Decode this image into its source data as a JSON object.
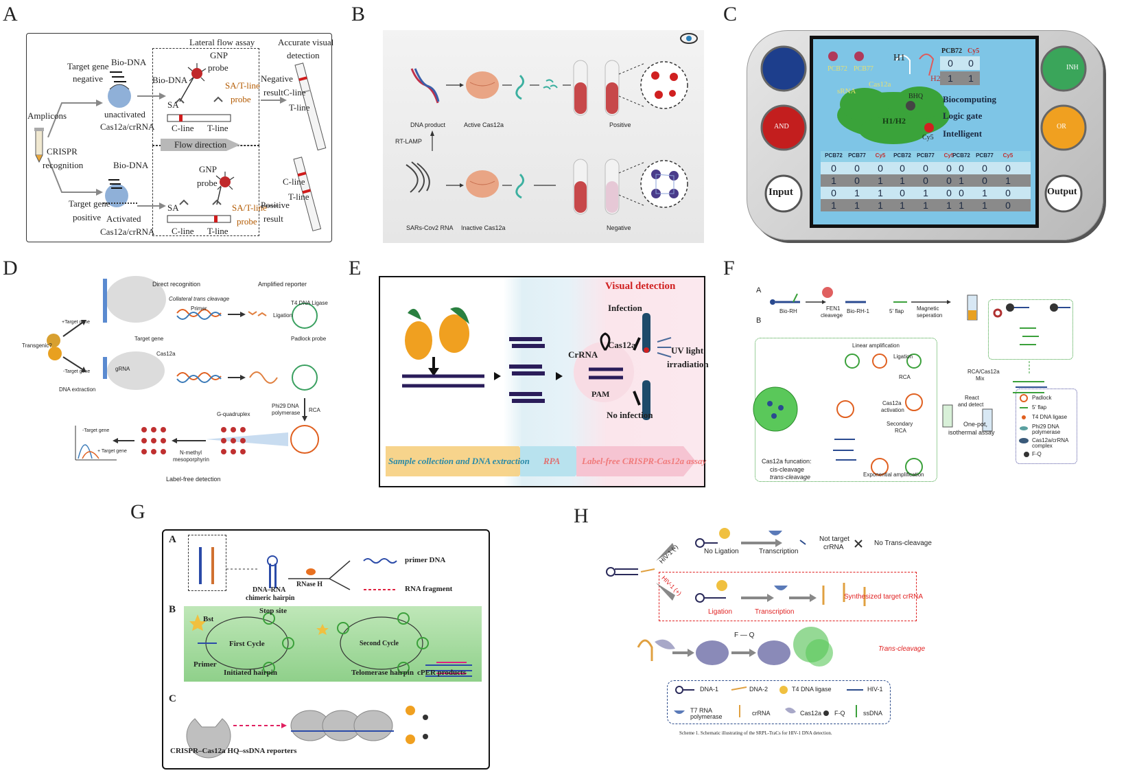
{
  "panels": {
    "A": {
      "letter": "A",
      "amplicons": "Amplicons",
      "crispr": "CRISPR",
      "recognition": "recognition",
      "target_negative_1": "Target gene",
      "target_negative_2": "negative",
      "target_positive_1": "Target gene",
      "target_positive_2": "positive",
      "bio_dna_top": "Bio-DNA",
      "bio_dna_mid": "Bio-DNA",
      "bio_dna_bottom": "Bio-DNA",
      "unactivated_1": "unactivated",
      "unactivated_2": "Cas12a/crRNA",
      "activated_1": "Activated",
      "activated_2": "Cas12a/crRNA",
      "lfa_title": "Lateral flow assay",
      "gnp_probe_top_1": "GNP",
      "gnp_probe_top_2": "probe",
      "gnp_probe_bot_1": "GNP",
      "gnp_probe_bot_2": "probe",
      "sa_top": "SA",
      "sa_bottom": "SA",
      "sat_probe_top_1": "SA/T-line",
      "sat_probe_top_2": "probe",
      "sat_probe_bot_1": "SA/T-line",
      "sat_probe_bot_2": "probe",
      "cline_top": "C-line",
      "tline_top": "T-line",
      "cline_bot": "C-line",
      "tline_bot": "T-line",
      "flow": "Flow direction",
      "accurate_1": "Accurate visual",
      "accurate_2": "detection",
      "neg_result_1": "Negative",
      "neg_result_2": "result",
      "pos_result_1": "Positive",
      "pos_result_2": "result",
      "strip_cline_top": "C-line",
      "strip_tline_top": "T-line",
      "strip_cline_bot": "C-line",
      "strip_tline_bot": "T-line"
    },
    "B": {
      "letter": "B",
      "dna_product": "DNA product",
      "active": "Active Cas12a",
      "positive": "Positive",
      "rtlamp": "RT-LAMP",
      "sars": "SARs-Cov2 RNA",
      "inactive": "Inactive Cas12a",
      "negative": "Negative"
    },
    "C": {
      "letter": "C",
      "btn_input": "Input",
      "btn_output": "Output",
      "btn_and": "AND",
      "btn_or": "OR",
      "btn_inh": "INH",
      "pcb72": "PCB72",
      "pcb77": "PCB77",
      "srna": "sRNA",
      "cas12a": "Cas12a",
      "h1": "H1",
      "h2": "H2",
      "h1h2": "H1/H2",
      "bhq": "BHQ",
      "cy5": "Cy5",
      "biocomputing": "Biocomputing",
      "logic": "Logic gate",
      "intelligent": "Intelligent",
      "hdr_pcb72": "PCB72",
      "hdr_cy5": "Cy5",
      "out_vals": [
        "0",
        "0",
        "1",
        "1"
      ],
      "table_headers": [
        "PCB72",
        "PCB77",
        "Cy5"
      ],
      "tables": [
        [
          [
            "0",
            "0",
            "0"
          ],
          [
            "1",
            "0",
            "1"
          ],
          [
            "0",
            "1",
            "1"
          ],
          [
            "1",
            "1",
            "1"
          ]
        ],
        [
          [
            "0",
            "0",
            "0"
          ],
          [
            "1",
            "0",
            "0"
          ],
          [
            "0",
            "1",
            "0"
          ],
          [
            "1",
            "1",
            "1"
          ]
        ],
        [
          [
            "0",
            "0",
            "0"
          ],
          [
            "1",
            "0",
            "1"
          ],
          [
            "0",
            "1",
            "0"
          ],
          [
            "1",
            "1",
            "0"
          ]
        ]
      ]
    },
    "D": {
      "letter": "D",
      "direct": "Direct recognition",
      "amplified": "Amplified reporter",
      "collateral": "Collateral trans cleavage",
      "primer": "Primer",
      "t4": "T4 DNA Ligase",
      "ligation": "Ligation",
      "padlock": "Padlock probe",
      "target_gene": "Target gene",
      "transgenic": "Transgenic?",
      "plus_target": "+Target gene",
      "minus_target": "-Target gene",
      "dna_extraction": "DNA extraction",
      "cas12a": "Cas12a",
      "grna": "gRNA",
      "phi29_1": "Phi29 DNA",
      "phi29_2": "polymerase",
      "rca": "RCA",
      "gquad": "G-quadruplex",
      "nmethyl_1": "N-methyl",
      "nmethyl_2": "mesoporphyrin",
      "label_free": "Label-free detection",
      "minus_target_curve": "-Target gene",
      "plus_target_curve": "+ Target gene"
    },
    "E": {
      "letter": "E",
      "visual": "Visual detection",
      "infection": "Infection",
      "no_infection": "No infection",
      "crrna": "CrRNA",
      "cas12a": "Cas12a",
      "pam": "PAM",
      "uv_1": "UV light",
      "uv_2": "irradiation",
      "step1": "Sample collection and DNA extraction",
      "step2": "RPA",
      "step3": "Label-free CRISPR-Cas12a assay"
    },
    "F": {
      "letter": "F",
      "sub_a": "A",
      "sub_b": "B",
      "bio_rh": "Bio-RH",
      "fen1_1": "FEN1",
      "fen1_2": "cleavege",
      "bio_rh1": "Bio-RH-1",
      "flap": "5' flap",
      "magnetic_1": "Magnetic",
      "magnetic_2": "seperation",
      "linear": "Linear amplification",
      "ligation": "Ligation",
      "rca": "RCA",
      "cas12a_act_1": "Cas12a",
      "cas12a_act_2": "activation",
      "secondary_1": "Secondary",
      "secondary_2": "RCA",
      "exponential": "Exponential amplification",
      "function": "Cas12a funcation:",
      "cis": "cis-cleavage",
      "trans": "trans-cleavage",
      "rca_mix_1": "RCA/Cas12a",
      "rca_mix_2": "Mix",
      "react_1": "React",
      "react_2": "and detect",
      "onepot_1": "One-pot,",
      "onepot_2": "isothermal assay",
      "legend": [
        "Padlock",
        "5' flap",
        "T4 DNA ligase",
        "Phi29 DNA polymerase",
        "Cas12a/crRNA complex",
        "F-Q"
      ]
    },
    "G": {
      "letter": "G",
      "sub_a": "A",
      "sub_b": "B",
      "sub_c": "C",
      "hairpin_1": "DNA–RNA",
      "hairpin_2": "chimeric hairpin",
      "rnase": "RNase H",
      "primer_dna": "primer DNA",
      "rna_fragment": "RNA fragment",
      "stop_site": "Stop site",
      "bst": "Bst",
      "first_cycle": "First Cycle",
      "second_cycle": "Second Cycle",
      "primer": "Primer",
      "initiated": "Initiated hairpin",
      "telomerase": "Telomerase hairpin",
      "cper": "cPER products",
      "crispr_reporters": "CRISPR–Cas12a HQ–ssDNA reporters"
    },
    "H": {
      "letter": "H",
      "hiv_neg": "HIV-1 (-)",
      "hiv_pos": "HIV-1 (+)",
      "no_ligation": "No Ligation",
      "transcription_top": "Transcription",
      "not_target_1": "Not target",
      "not_target_2": "crRNA",
      "no_trans": "No Trans-cleavage",
      "ligation": "Ligation",
      "transcription_red": "Transcription",
      "synth": "Synthesized target crRNA",
      "trans_cleavage": "Trans-cleavage",
      "fq": "F — Q",
      "legend": [
        "DNA-1",
        "DNA-2",
        "T4 DNA ligase",
        "HIV-1",
        "T7 RNA polymerase",
        "crRNA",
        "Cas12a",
        "F-Q",
        "ssDNA"
      ],
      "caption": "Scheme 1. Schematic illustrating of the SRPL-TraCs for HIV-1 DNA detection."
    }
  },
  "colors": {
    "lcd_bg": "#7ec5e6",
    "panel_frame": "#c9c9c9",
    "red_accent": "#e02020",
    "green_cloud": "#3aa33a",
    "g_green": "#8fd08a"
  }
}
